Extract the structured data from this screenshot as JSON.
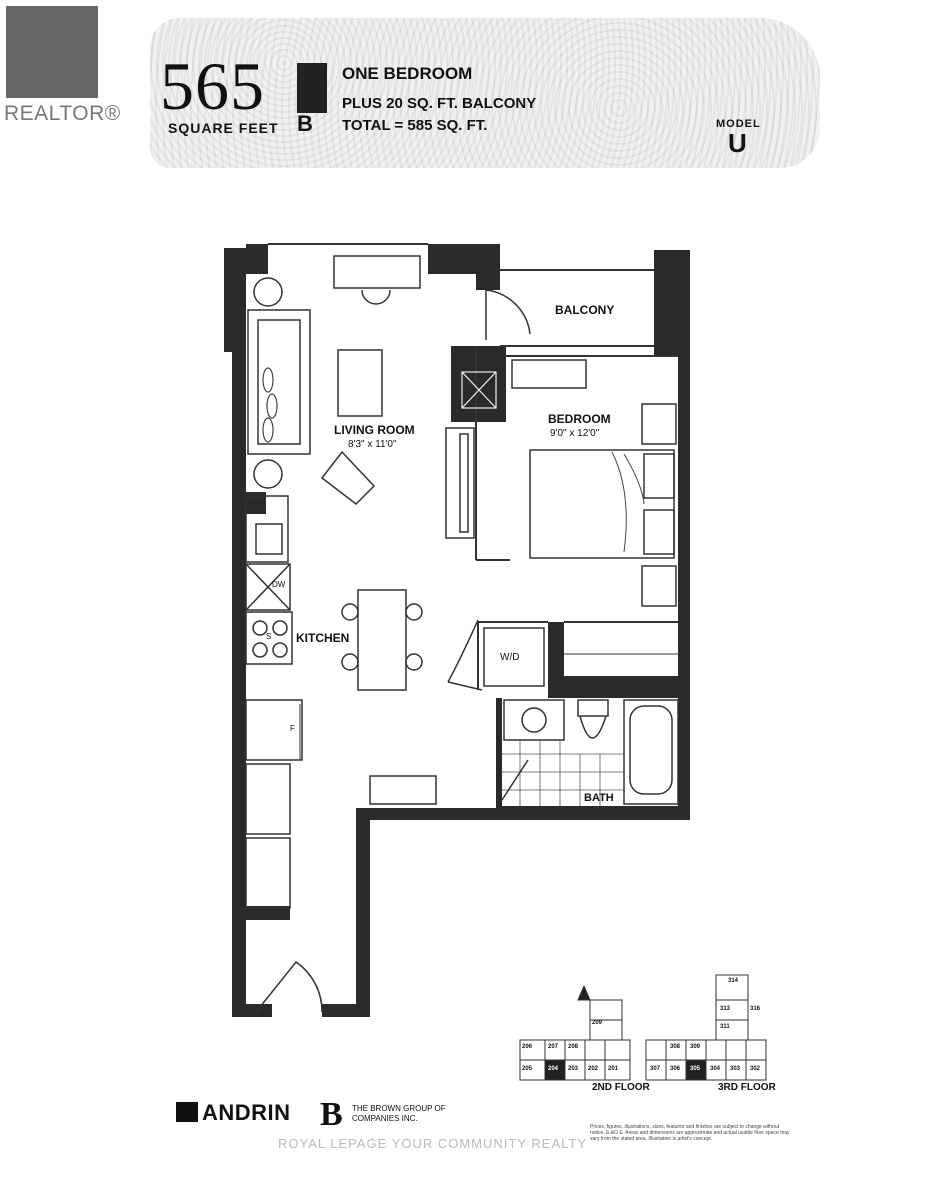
{
  "header": {
    "sqft_number": "565",
    "sqft_label": "SQUARE FEET",
    "unit_type": "ONE BEDROOM",
    "balcony_line": "PLUS 20 SQ. FT. BALCONY",
    "total_line": "TOTAL = 585 SQ. FT.",
    "model_label": "MODEL",
    "model_letter": "U",
    "logo_mark": "B"
  },
  "realtor": {
    "label": "REALTOR®"
  },
  "rooms": {
    "balcony": "BALCONY",
    "bedroom": "BEDROOM",
    "bedroom_dim": "9'0\" x 12'0\"",
    "living": "LIVING ROOM",
    "living_dim": "8'3\" x 11'0\"",
    "kitchen": "KITCHEN",
    "bath": "BATH",
    "wd": "W/D",
    "dw": "DW",
    "fridge": "F",
    "stove": "S"
  },
  "keyplans": [
    {
      "label": "2ND FLOOR",
      "units": [
        "206",
        "207",
        "208",
        "209",
        "205",
        "204",
        "203",
        "202",
        "201"
      ]
    },
    {
      "label": "3RD FLOOR",
      "units": [
        "314",
        "313",
        "316",
        "311",
        "308",
        "309",
        "307",
        "306",
        "305",
        "304",
        "303",
        "302"
      ]
    }
  ],
  "footer": {
    "andrin": "ANDRIN",
    "brown_mark": "B",
    "brown_text": "THE BROWN GROUP OF COMPANIES INC.",
    "disclaimer": "Prices, figures, illustrations, sizes, features and finishes are subject to change without notice. E.&O.E. Areas and dimensions are approximate and actual usable floor space may vary from the stated area. Illustration is artist's concept.",
    "watermark": "ROYAL LEPAGE YOUR COMMUNITY REALTY"
  }
}
